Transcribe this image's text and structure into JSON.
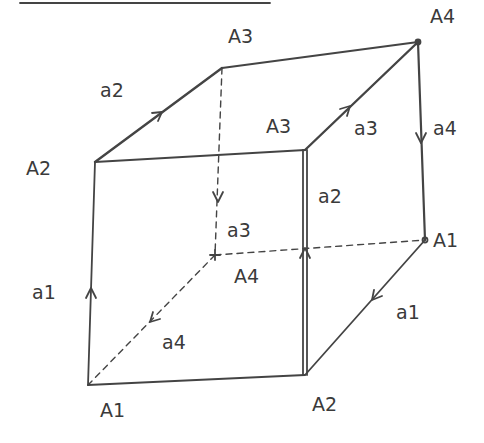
{
  "diagram": {
    "labels": [
      "A3",
      "A4",
      "a2",
      "A3",
      "a3",
      "a4",
      "A2",
      "a3",
      "a2",
      "a1",
      "A4",
      "A1",
      "a4",
      "a1",
      "A1",
      "A2"
    ]
  }
}
